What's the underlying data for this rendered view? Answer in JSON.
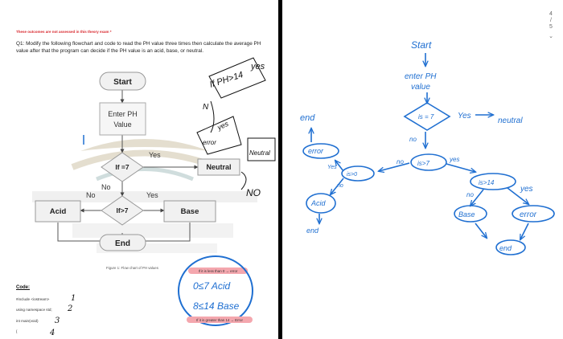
{
  "document": {
    "warning": "These outcomes are not assessed in this theory exam *",
    "question": "Q1: Modify the following flowchart and code to read the PH value three times then calculate the average PH value after that the program can decide if the PH value is an acid, base, or neutral.",
    "flowchart": {
      "start": "Start",
      "input_line1": "Enter PH",
      "input_line2": "Value",
      "cond1": "If =7",
      "cond2": "If>7",
      "yes1": "Yes",
      "no1": "No",
      "no2": "No",
      "yes2": "Yes",
      "neutral": "Neutral",
      "acid": "Acid",
      "base": "Base",
      "end": "End",
      "caption": "Figure 1: Flow chart of PH values"
    },
    "code_title": "Code:",
    "code_lines": [
      "#include <iostream>",
      "using namespace std;",
      "int main(void)",
      "{"
    ],
    "line_numbers": [
      "1",
      "2",
      "3",
      "4"
    ],
    "notes": {
      "pink1": "If it is less than 0 → error",
      "pink2": "If it is greater than 14 → Error",
      "hand_acid": "0≤7 Acid",
      "hand_base": "8≤14 Base"
    }
  },
  "left_handwriting": [
    "If PH>14",
    "yes",
    "N",
    "yes",
    "Neutral",
    "NO",
    "error"
  ],
  "right_notes": {
    "start": "Start",
    "enter1": "enter PH",
    "enter2": "value",
    "cond_eq": "is = 7",
    "yes_eq": "Yes",
    "neutral": "neutral",
    "no_eq": "no",
    "cond_gt": "is>7",
    "no_gt": "no",
    "yes_gt": "yes",
    "cond_lt": "is>0",
    "no_lt": "no",
    "yes_lt": "Yes",
    "error_left": "error",
    "end_left": "end",
    "acid": "Acid",
    "end_acid": "end",
    "cond_14": "is>14",
    "no_14": "no",
    "yes_14": "yes",
    "base": "Base",
    "error_right": "error",
    "end_right": "end"
  },
  "page_nav": [
    "4",
    "/",
    "5"
  ],
  "colors": {
    "ink_blue": "#1f6fd1",
    "ink_black": "#111111",
    "highlight_pink": "#f4a7ae",
    "warning_red": "#d8262c"
  }
}
